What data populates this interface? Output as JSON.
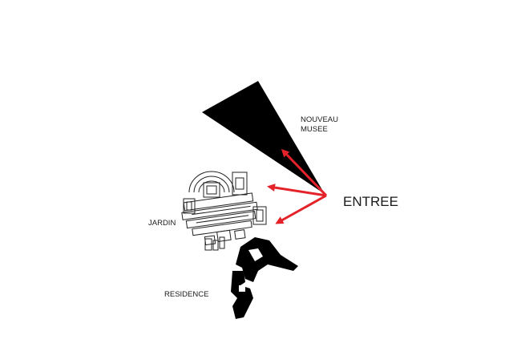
{
  "labels": {
    "museum_line1": "NOUVEAU",
    "museum_line2": "MUSEE",
    "garden": "JARDIN",
    "residence": "RESIDENCE",
    "entrance": "ENTREE"
  },
  "colors": {
    "arrow": "#e3222a",
    "solid": "#000000",
    "outline": "#222222"
  }
}
